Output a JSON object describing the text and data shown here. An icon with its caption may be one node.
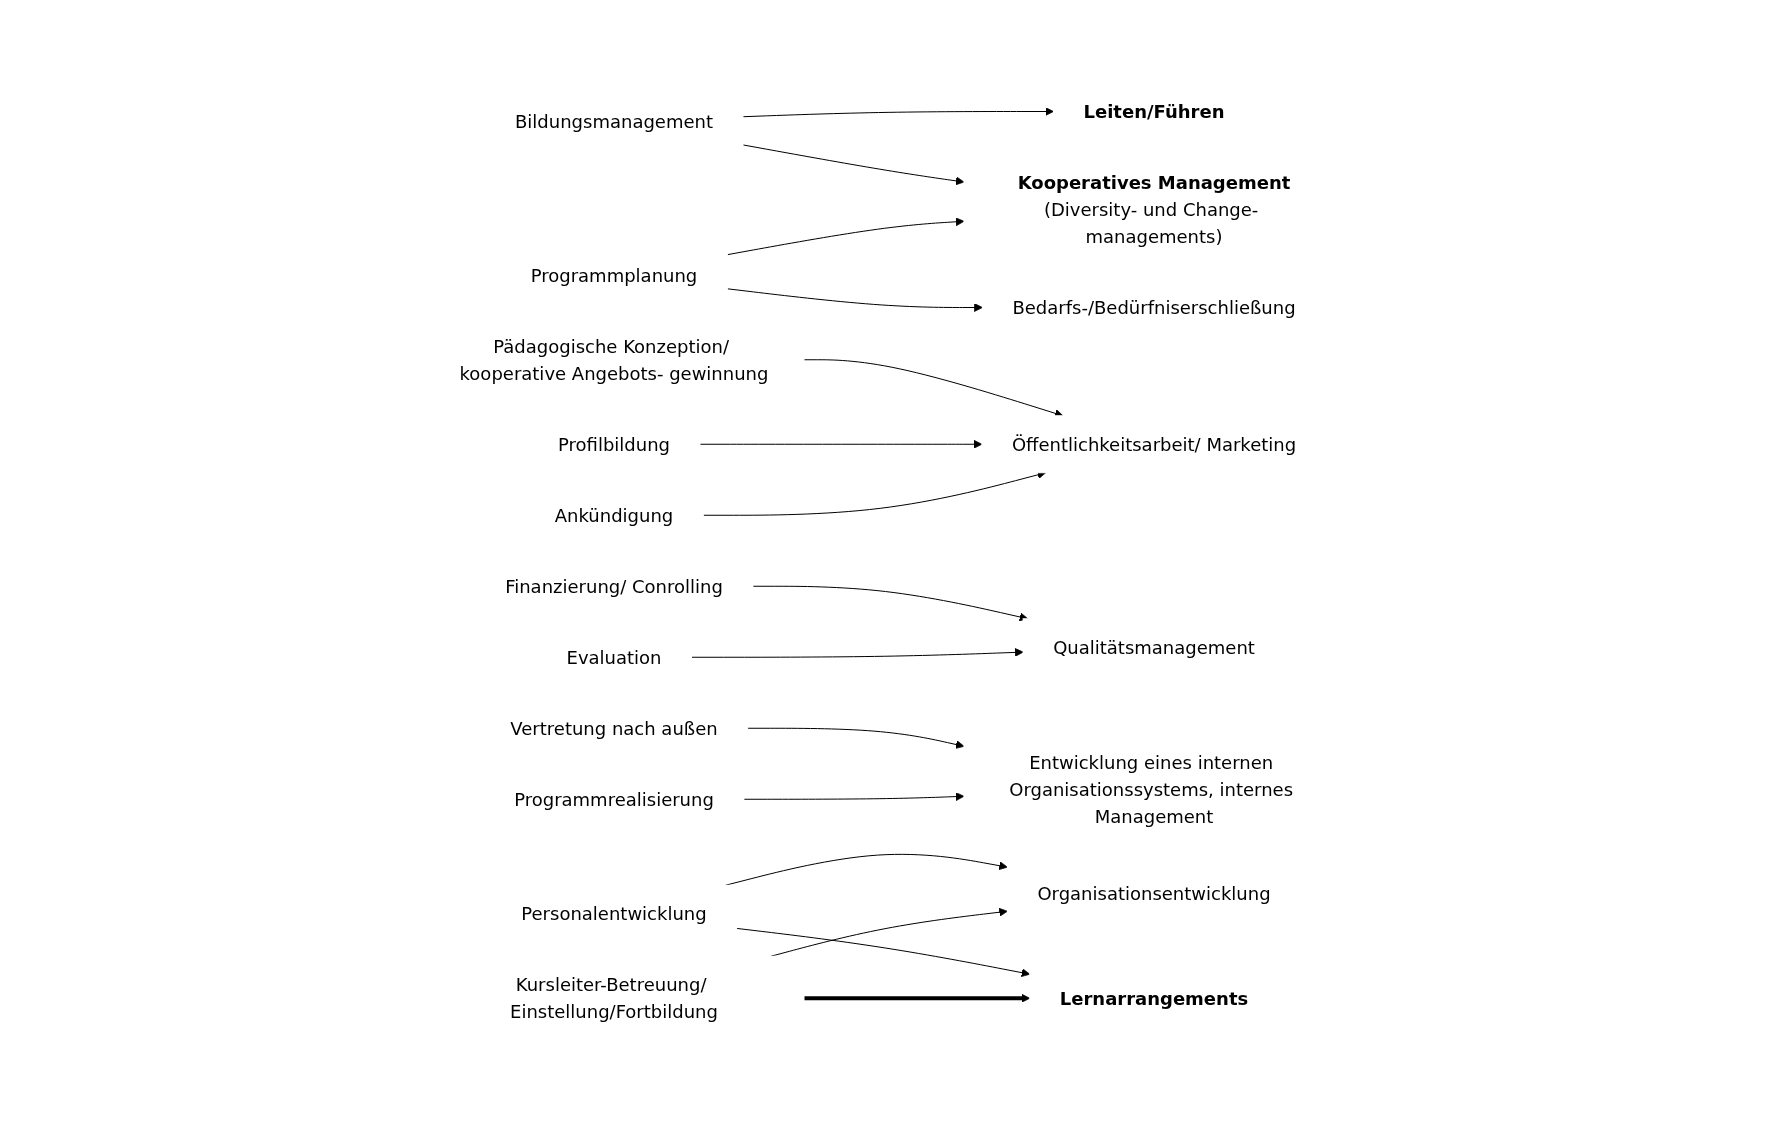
{
  "diagram": {
    "nodes": [
      {
        "text": [
          "Bildungsmanagement"
        ]
      },
      {
        "text": [
          "Programmplanung"
        ]
      },
      {
        "text": [
          "Leiten/Führen"
        ]
      },
      {
        "text": [
          "Kooperatives Management",
          "(Diversity- und Change- managements)"
        ]
      },
      {
        "text": [
          "Bedarfs-/Bedürfniserschließung"
        ]
      },
      {
        "text": [
          "Profilbildung"
        ]
      },
      {
        "text": [
          "Öffentlichkeitsarbeit/ Marketing"
        ]
      },
      {
        "text": [
          "Pädagogische Konzeption/ kooperative Angebots- gewinnung"
        ]
      },
      {
        "text": [
          "Finanzierung/ Conrolling"
        ]
      },
      {
        "text": [
          "Ankündigung"
        ]
      },
      {
        "text": [
          "Qualitätsmanagement"
        ]
      },
      {
        "text": [
          "Evaluation"
        ]
      },
      {
        "text": [
          "Vertretung nach außen"
        ]
      },
      {
        "text": [
          "Entwicklung eines internen Organisationssystems, internes Management"
        ]
      },
      {
        "text": [
          "Programmrealisierung"
        ]
      },
      {
        "text": [
          "Kursleiter-Betreuung/ Einstellung/Fortbildung"
        ]
      },
      {
        "text": [
          "Personalentwicklung"
        ]
      },
      {
        "text": [
          "Organisationsentwicklung"
        ]
      },
      {
        "text": [
          "Lernarrangements"
        ]
      }
    ],
    "edges": [
      {
        "from": 0,
        "to": 2,
        "arrow": "to"
      },
      {
        "from": 0,
        "to": 3,
        "arrow": "to"
      },
      {
        "from": 1,
        "to": 3,
        "arrow": "to"
      },
      {
        "from": 1,
        "to": 4,
        "arrow": "to"
      },
      {
        "from": 7,
        "to": 6,
        "arrow": "to"
      },
      {
        "from": 5,
        "to": 6,
        "arrow": "to"
      },
      {
        "from": 9,
        "to": 6,
        "arrow": "to"
      },
      {
        "from": 8,
        "to": 10,
        "arrow": "to"
      },
      {
        "from": 11,
        "to": 10,
        "arrow": "to"
      },
      {
        "from": 12,
        "to": 13,
        "arrow": "to"
      },
      {
        "from": 14,
        "to": 13,
        "arrow": "to"
      },
      {
        "from": 16,
        "to": 17,
        "arrow": "to"
      },
      {
        "from": 15,
        "to": 17,
        "arrow": "to"
      },
      {
        "from": 16,
        "to": 18,
        "arrow": "to"
      },
      {
        "from": 15,
        "to": 18,
        "arrow": "to",
        "style": "thick"
      }
    ]
  }
}
